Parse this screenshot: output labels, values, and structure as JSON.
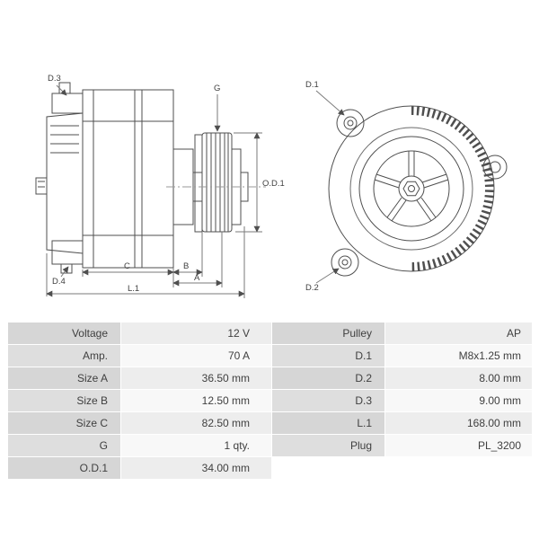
{
  "diagram": {
    "labels": {
      "d3": "D.3",
      "d4": "D.4",
      "g": "G",
      "od1": "O.D.1",
      "a": "A",
      "b": "B",
      "c": "C",
      "l1": "L.1",
      "d1": "D.1",
      "d2": "D.2"
    }
  },
  "table": {
    "rows": [
      {
        "label1": "Voltage",
        "value1": "12 V",
        "label2": "Pulley",
        "value2": "AP"
      },
      {
        "label1": "Amp.",
        "value1": "70 A",
        "label2": "D.1",
        "value2": "M8x1.25 mm"
      },
      {
        "label1": "Size A",
        "value1": "36.50 mm",
        "label2": "D.2",
        "value2": "8.00 mm"
      },
      {
        "label1": "Size B",
        "value1": "12.50 mm",
        "label2": "D.3",
        "value2": "9.00 mm"
      },
      {
        "label1": "Size C",
        "value1": "82.50 mm",
        "label2": "L.1",
        "value2": "168.00 mm"
      },
      {
        "label1": "G",
        "value1": "1 qty.",
        "label2": "Plug",
        "value2": "PL_3200"
      },
      {
        "label1": "O.D.1",
        "value1": "34.00 mm",
        "label2": "",
        "value2": ""
      }
    ]
  },
  "colors": {
    "line": "#4f4f4f",
    "dim_line": "#7a7a7a",
    "label_cell": "#d6d6d6",
    "value_cell": "#ededed"
  }
}
